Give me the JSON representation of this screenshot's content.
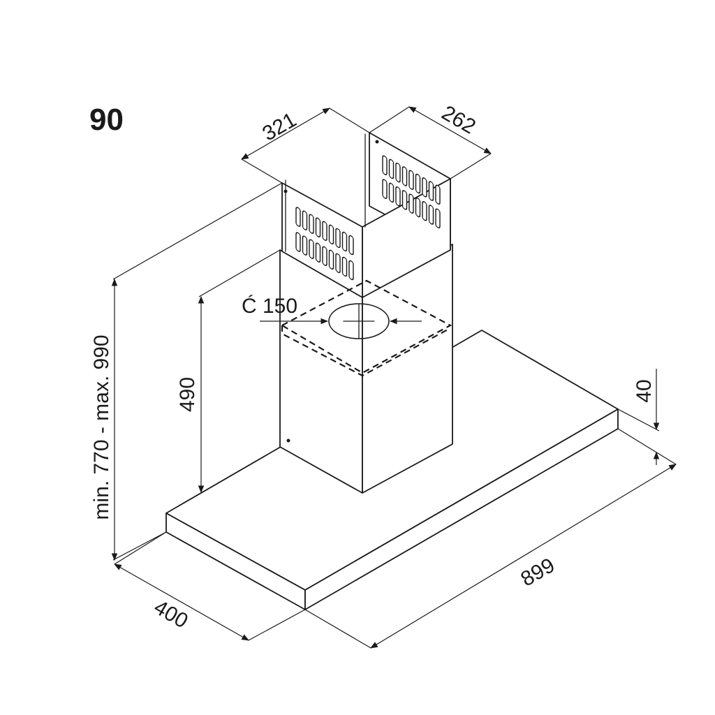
{
  "diagram": {
    "model_label": "90",
    "dimensions": {
      "chimney_width": "321",
      "chimney_depth": "262",
      "duct_diameter": "Ć 150",
      "chimney_lower_height": "490",
      "total_height_range": "min. 770 - max. 990",
      "canopy_thickness": "40",
      "canopy_width": "899",
      "canopy_depth": "400"
    }
  },
  "colors": {
    "line": "#1a1a1a",
    "background": "#ffffff"
  }
}
